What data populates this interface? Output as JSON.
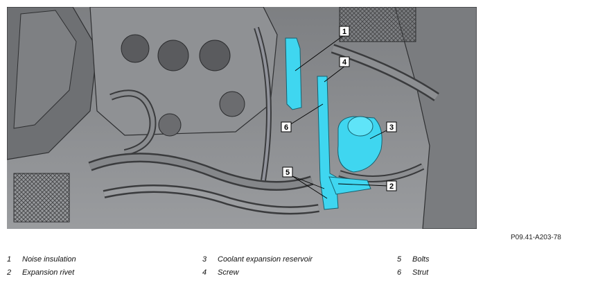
{
  "figure": {
    "code": "P09.41-A203-78",
    "callouts": [
      {
        "num": "1"
      },
      {
        "num": "4"
      },
      {
        "num": "6"
      },
      {
        "num": "3"
      },
      {
        "num": "5"
      },
      {
        "num": "2"
      }
    ],
    "colors": {
      "highlight": "#3fd6f0",
      "background": "#8a8c8f",
      "dark": "#3a3b3d"
    }
  },
  "legend": [
    {
      "num": "1",
      "text": "Noise insulation"
    },
    {
      "num": "2",
      "text": "Expansion rivet"
    },
    {
      "num": "3",
      "text": "Coolant expansion reservoir"
    },
    {
      "num": "4",
      "text": "Screw"
    },
    {
      "num": "5",
      "text": "Bolts"
    },
    {
      "num": "6",
      "text": "Strut"
    }
  ]
}
